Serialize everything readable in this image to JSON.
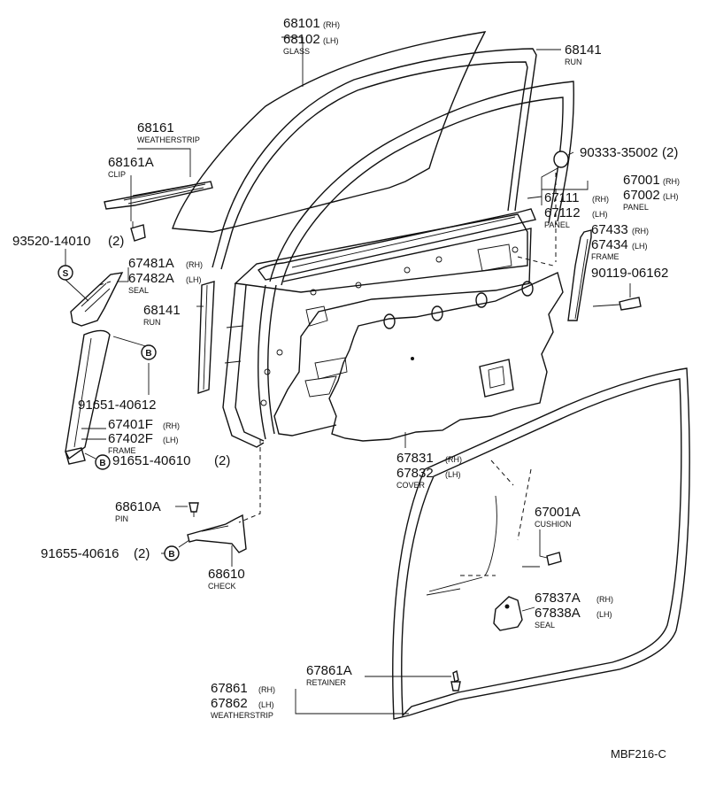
{
  "parts": {
    "p68101": "68101",
    "p68101_sfx": "(RH)",
    "p68102": "68102",
    "p68102_sfx": "(LH)",
    "glass": "GLASS",
    "p68141_top": "68141",
    "run_top": "RUN",
    "p68161": "68161",
    "weatherstrip_top": "WEATHERSTRIP",
    "p68161a": "68161A",
    "clip": "CLIP",
    "p90333": "90333-35002",
    "p90333_qty": "(2)",
    "p67001": "67001",
    "p67001_sfx": "(RH)",
    "p67002": "67002",
    "p67002_sfx": "(LH)",
    "panel_outer": "PANEL",
    "p67111": "67111",
    "p67111_sfx": "(RH)",
    "p67112": "67112",
    "p67112_sfx": "(LH)",
    "panel_inner": "PANEL",
    "p93520": "93520-14010",
    "p93520_qty": "(2)",
    "p67481a": "67481A",
    "p67481a_sfx": "(RH)",
    "p67482a": "67482A",
    "p67482a_sfx": "(LH)",
    "seal_upper": "SEAL",
    "p68141_mid": "68141",
    "run_mid": "RUN",
    "p67433": "67433",
    "p67433_sfx": "(RH)",
    "p67434": "67434",
    "p67434_sfx": "(LH)",
    "frame_right": "FRAME",
    "p90119": "90119-06162",
    "p91651_612": "91651-40612",
    "p67401f": "67401F",
    "p67401f_sfx": "(RH)",
    "p67402f": "67402F",
    "p67402f_sfx": "(LH)",
    "frame_left": "FRAME",
    "p91651_610": "91651-40610",
    "p91651_610_qty": "(2)",
    "p67831": "67831",
    "p67831_sfx": "(RH)",
    "p67832": "67832",
    "p67832_sfx": "(LH)",
    "cover": "COVER",
    "p68610a": "68610A",
    "pin": "PIN",
    "p91655": "91655-40616",
    "p91655_qty": "(2)",
    "p68610": "68610",
    "check": "CHECK",
    "p67001a": "67001A",
    "cushion": "CUSHION",
    "p67837a": "67837A",
    "p67837a_sfx": "(RH)",
    "p67838a": "67838A",
    "p67838a_sfx": "(LH)",
    "seal_lower": "SEAL",
    "p67861a": "67861A",
    "retainer": "RETAINER",
    "p67861": "67861",
    "p67861_sfx": "(RH)",
    "p67862": "67862",
    "p67862_sfx": "(LH)",
    "weatherstrip_bottom": "WEATHERSTRIP"
  },
  "markers": {
    "s": "S",
    "b": "B"
  },
  "diagram_code": "MBF216-C"
}
